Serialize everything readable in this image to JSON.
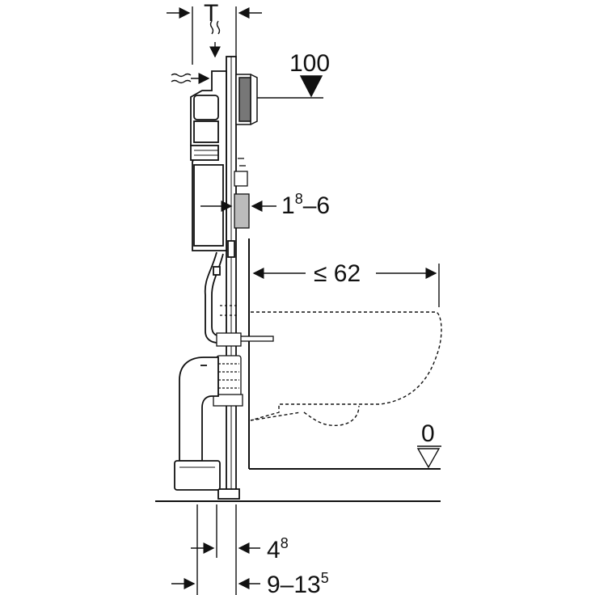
{
  "labels": {
    "t": "T",
    "level_100": "100",
    "level_0": "0",
    "thickness_base": "1",
    "thickness_sup": "8",
    "thickness_rest": "–6",
    "projection": "≤ 62",
    "width_base": "4",
    "width_sup": "8",
    "depth_base": "9–13",
    "depth_sup": "5"
  }
}
